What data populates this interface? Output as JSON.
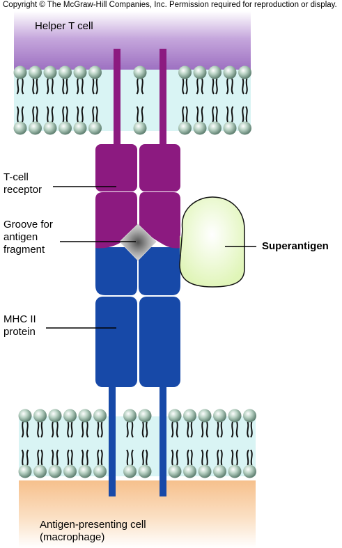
{
  "copyright": "Copyright © The McGraw-Hill Companies, Inc. Permission required for reproduction or display.",
  "labels": {
    "helper_t_cell": "Helper T cell",
    "t_cell_receptor": "T-cell\nreceptor",
    "groove": "Groove for\nantigen\nfragment",
    "mhc_protein": "MHC II\nprotein",
    "superantigen": "Superantigen",
    "antigen_presenting_cell": "Antigen-presenting cell\n(macrophage)"
  },
  "colors": {
    "helper_cell": "#a57bc6",
    "membrane_fill": "#d9f4f4",
    "lipid_head": "#9bb8a8",
    "tcr": "#8c1a80",
    "mhc": "#1749a8",
    "superantigen": "#eafcc8",
    "antigen_fragment": "#b8b8b8",
    "apc": "#f6c99a"
  }
}
